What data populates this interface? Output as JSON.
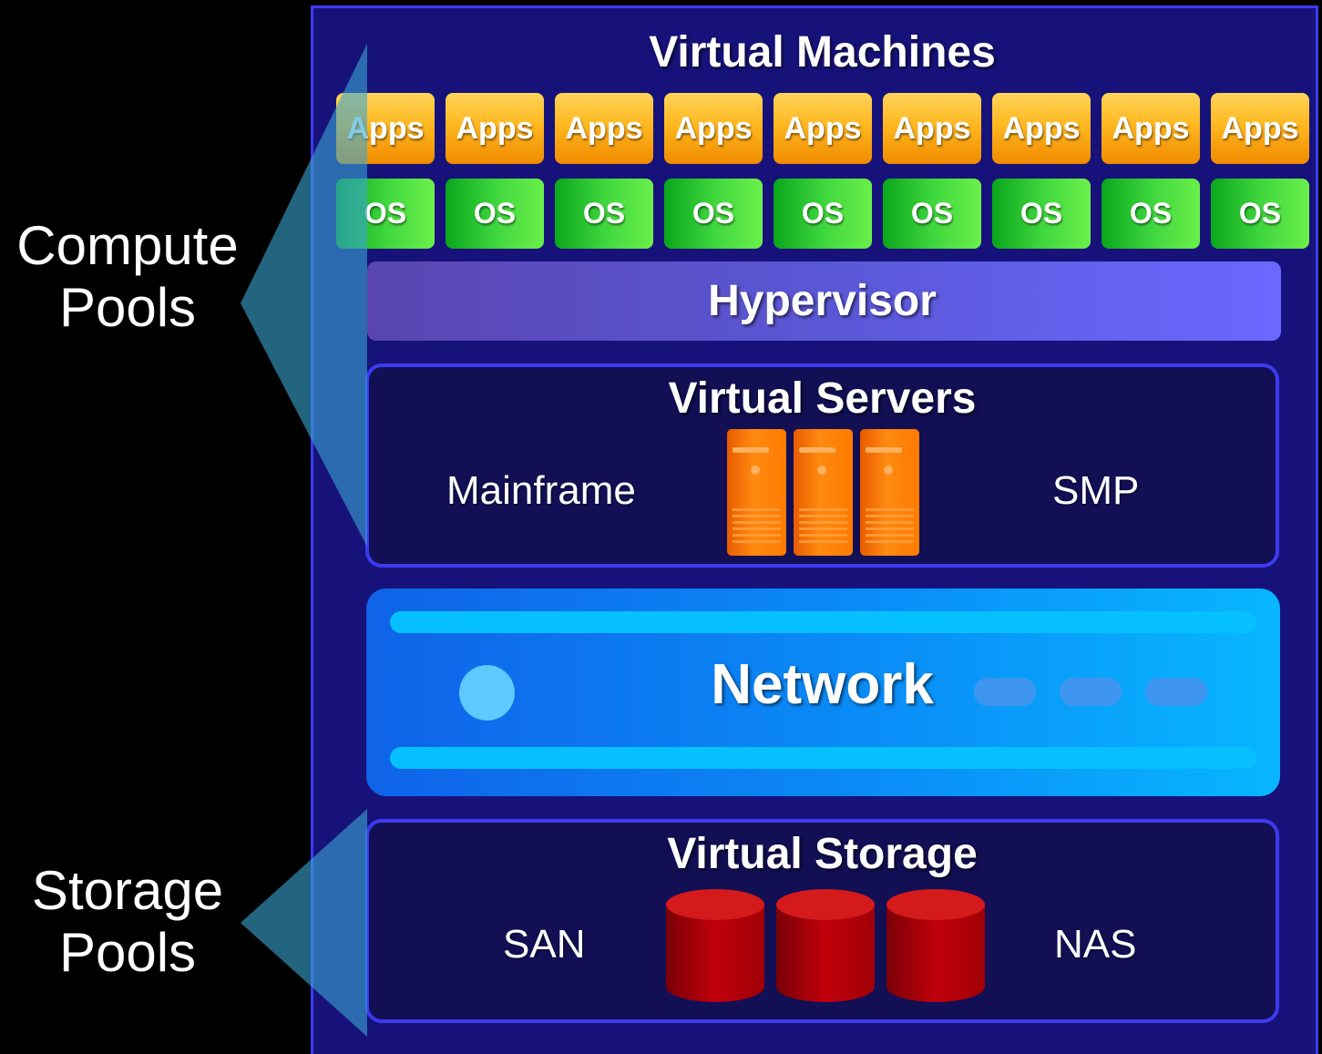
{
  "pools": {
    "compute": [
      "Compute",
      "Pools"
    ],
    "storage": [
      "Storage",
      "Pools"
    ]
  },
  "virtual_machines": {
    "title": "Virtual Machines",
    "apps_label": "Apps",
    "os_label": "OS",
    "count": 9
  },
  "hypervisor": {
    "label": "Hypervisor"
  },
  "virtual_servers": {
    "title": "Virtual Servers",
    "left": "Mainframe",
    "right": "SMP"
  },
  "network": {
    "label": "Network"
  },
  "virtual_storage": {
    "title": "Virtual Storage",
    "left": "SAN",
    "right": "NAS"
  },
  "colors": {
    "panel": "#17127a",
    "border": "#3b3bf0",
    "apps": "#ffb820",
    "os": "#3ed63e",
    "server": "#ff7a00",
    "storage": "#c0000a",
    "network": "#0a8cf7"
  }
}
